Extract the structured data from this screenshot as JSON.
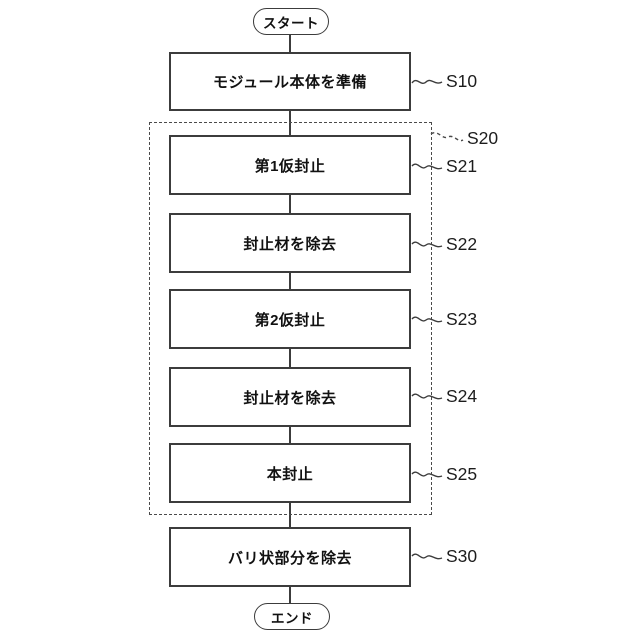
{
  "diagram": {
    "type": "flowchart",
    "start": {
      "label": "スタート"
    },
    "end": {
      "label": "エンド"
    },
    "steps": [
      {
        "id": "S10",
        "label": "モジュール本体を準備"
      },
      {
        "id": "S21",
        "label": "第1仮封止"
      },
      {
        "id": "S22",
        "label": "封止材を除去"
      },
      {
        "id": "S23",
        "label": "第2仮封止"
      },
      {
        "id": "S24",
        "label": "封止材を除去"
      },
      {
        "id": "S25",
        "label": "本封止"
      },
      {
        "id": "S30",
        "label": "バリ状部分を除去"
      }
    ],
    "group": {
      "id": "S20"
    },
    "colors": {
      "line": "#3c3c3c",
      "text": "#111111",
      "background": "#ffffff"
    }
  }
}
